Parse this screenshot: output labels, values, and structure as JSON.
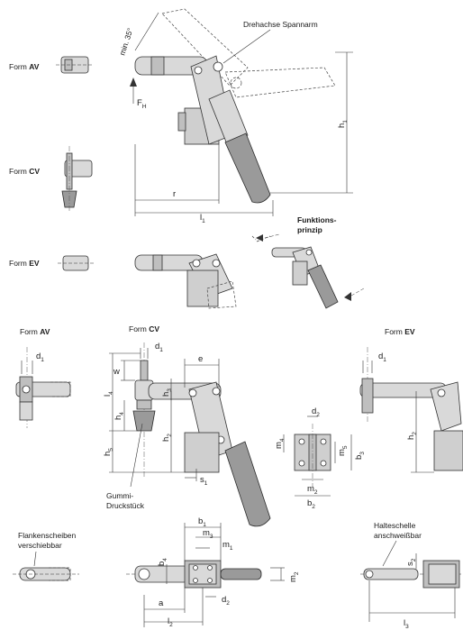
{
  "top": {
    "form_prefix": "Form",
    "form_av": "AV",
    "form_cv": "CV",
    "form_ev": "EV",
    "pivot_label": "Drehachse Spannarm",
    "angle_label": "min. 35°",
    "force_label": "F",
    "force_sub": "H",
    "r_label": "r",
    "l1_label": "l",
    "l1_sub": "1",
    "h1_label": "h",
    "h1_sub": "1",
    "function_label_1": "Funktions-",
    "function_label_2": "prinzip"
  },
  "middle": {
    "form_prefix": "Form",
    "form_av": "AV",
    "form_cv": "CV",
    "form_ev": "EV",
    "d1": "d",
    "d1_sub": "1",
    "w": "w",
    "l4": "l",
    "l4_sub": "4",
    "h4": "h",
    "h4_sub": "4",
    "h3": "h",
    "h3_sub": "3",
    "h5": "h",
    "h5_sub": "5",
    "h2": "h",
    "h2_sub": "2",
    "e": "e",
    "s1": "s",
    "s1_sub": "1",
    "rubber_1": "Gummi-",
    "rubber_2": "Druckstück",
    "d2": "d",
    "d2_sub": "2",
    "m4": "m",
    "m4_sub": "4",
    "m5": "m",
    "m5_sub": "5",
    "b3": "b",
    "b3_sub": "3",
    "m2": "m",
    "m2_sub": "2",
    "b2": "b",
    "b2_sub": "2"
  },
  "bottom": {
    "washers_1": "Flankenscheiben",
    "washers_2": "verschiebbar",
    "b1": "b",
    "b1_sub": "1",
    "m3": "m",
    "m3_sub": "3",
    "m1": "m",
    "m1_sub": "1",
    "b4": "b",
    "b4_sub": "4",
    "m2": "m",
    "m2_sub": "2",
    "a": "a",
    "l2": "l",
    "l2_sub": "2",
    "d2": "d",
    "d2_sub": "2",
    "bracket_1": "Halteschelle",
    "bracket_2": "anschweißbar",
    "s2": "s",
    "s2_sub": "2",
    "l3": "l",
    "l3_sub": "3"
  }
}
